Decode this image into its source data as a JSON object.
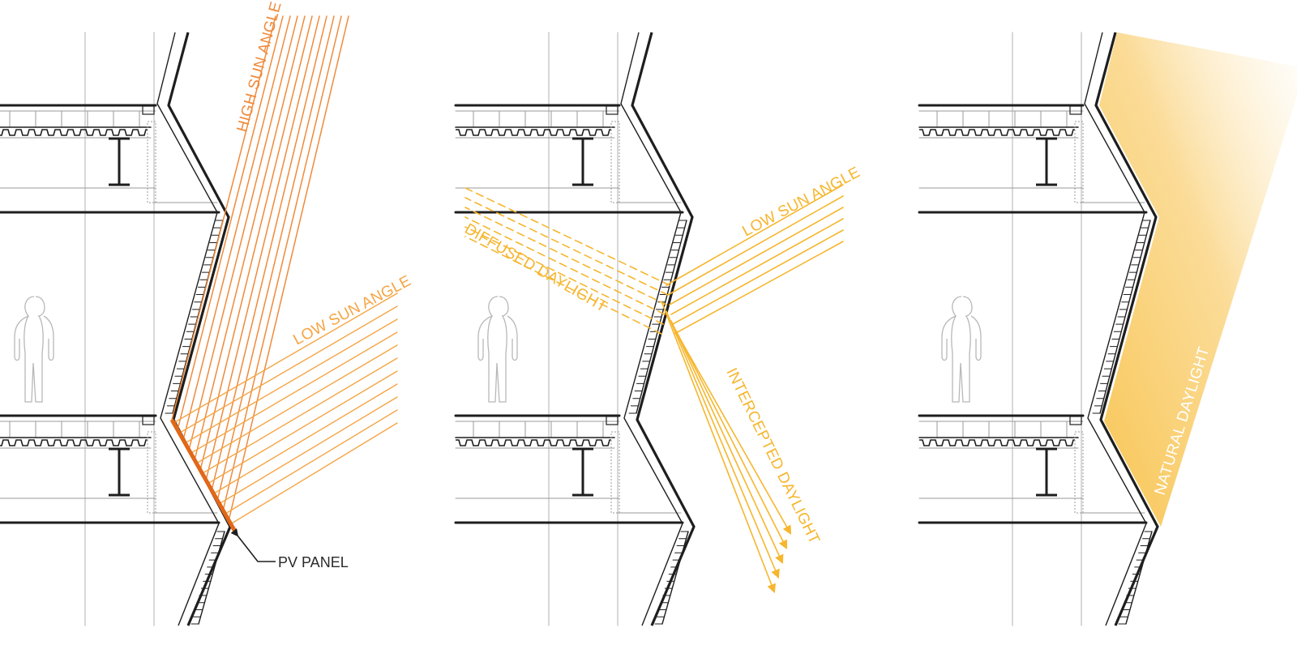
{
  "colors": {
    "line_dark": "#1e1e1e",
    "line_grey": "#9a9a9a",
    "high_sun": "#f08a3a",
    "low_sun_orange": "#f5a545",
    "daylight_yellow": "#f6b62e",
    "pv_panel": "#e0681a",
    "glow": "#f8c24a"
  },
  "panels": [
    {
      "id": "pv-panel-section",
      "labels": {
        "high_sun": "HIGH SUN ANGLE",
        "low_sun": "LOW SUN ANGLE",
        "pv_panel": "PV PANEL"
      }
    },
    {
      "id": "daylight-section",
      "labels": {
        "low_sun": "LOW SUN ANGLE",
        "diffused": "DIFFUSED DAYLIGHT",
        "intercepted": "INTERCEPTED DAYLIGHT"
      }
    },
    {
      "id": "natural-daylight-section",
      "labels": {
        "natural": "NATURAL DAYLIGHT"
      }
    }
  ]
}
